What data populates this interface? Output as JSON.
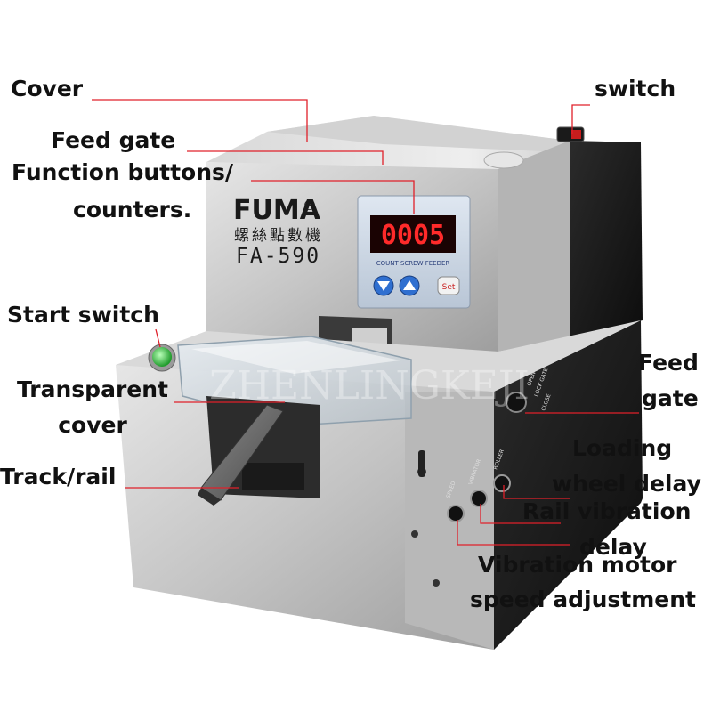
{
  "labels": {
    "cover": "Cover",
    "switch": "switch",
    "feed_gate_top": "Feed gate",
    "function_buttons_1": "Function buttons/",
    "function_buttons_2": "counters.",
    "start_switch": "Start switch",
    "transparent_cover_1": "Transparent",
    "transparent_cover_2": "cover",
    "track_rail": "Track/rail",
    "feed_gate_right_1": "Feed",
    "feed_gate_right_2": "gate",
    "loading_wheel_1": "Loading",
    "loading_wheel_2": "wheel delay",
    "rail_vibration_1": "Rail vibration",
    "rail_vibration_2": "delay",
    "vibration_motor_1": "Vibration motor",
    "vibration_motor_2": "speed adjustment"
  },
  "device": {
    "brand": "FUMA",
    "registered": "®",
    "chinese_name": "螺絲點數機",
    "model": "FA-590",
    "display_value": "0005",
    "panel_caption": "COUNT SCREW FEEDER",
    "set_button": "Set",
    "knob_labels": [
      "SPEED",
      "VIBRATOR",
      "ROLLER"
    ],
    "gate_labels": [
      "OPEN",
      "LOCK GATE",
      "CLOSE"
    ]
  },
  "watermark": "ZHENLINGKEJI",
  "colors": {
    "label_text": "#111111",
    "leader_line": "#e0202a",
    "display_digits": "#ff2a2a",
    "start_button": "#2fbf3a",
    "silver": "#c9c9c9",
    "dark_side": "#1b1b1b"
  }
}
